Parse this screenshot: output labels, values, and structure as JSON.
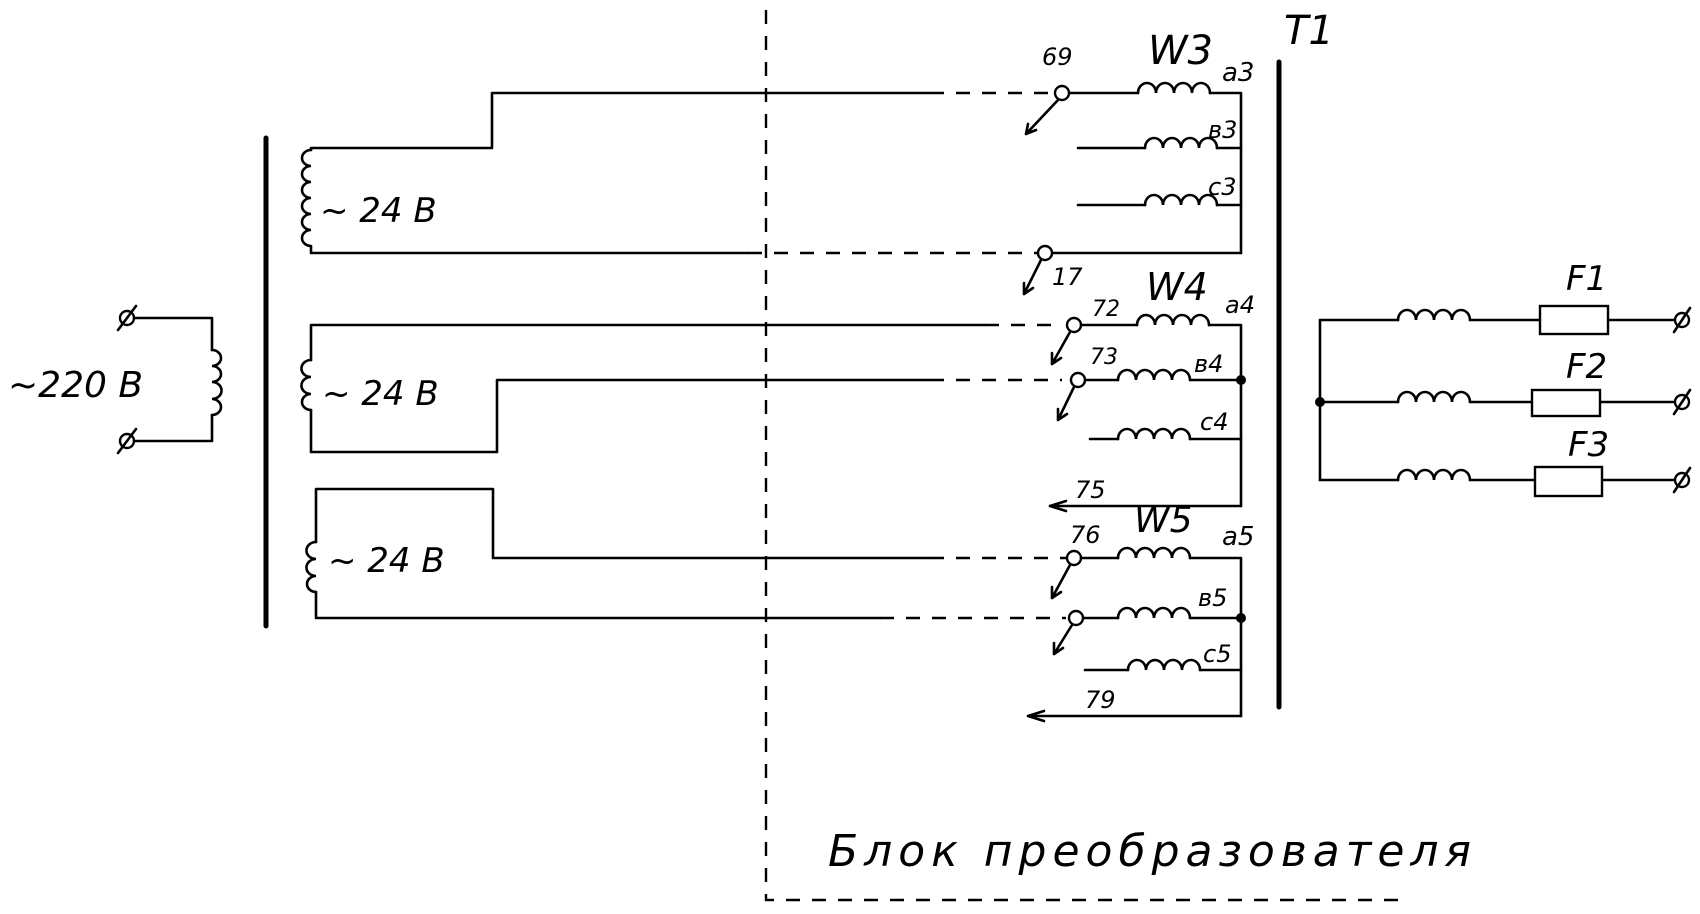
{
  "diagram": {
    "line_color": "#000000",
    "background": "#ffffff",
    "supply_label": "~220 В",
    "secondary_labels": [
      "~ 24 В",
      "~ 24 В",
      "~ 24 В"
    ],
    "transformer_label": "T1",
    "windings": [
      {
        "name": "W3",
        "taps": [
          "a3",
          "в3",
          "c3"
        ],
        "terminals": [
          "69",
          "17"
        ]
      },
      {
        "name": "W4",
        "taps": [
          "a4",
          "в4",
          "c4"
        ],
        "terminals": [
          "72",
          "73",
          "75"
        ]
      },
      {
        "name": "W5",
        "taps": [
          "a5",
          "в5",
          "c5"
        ],
        "terminals": [
          "76",
          "79"
        ]
      }
    ],
    "fuses": [
      "F1",
      "F2",
      "F3"
    ],
    "block_label": "Блок преобразователя"
  }
}
